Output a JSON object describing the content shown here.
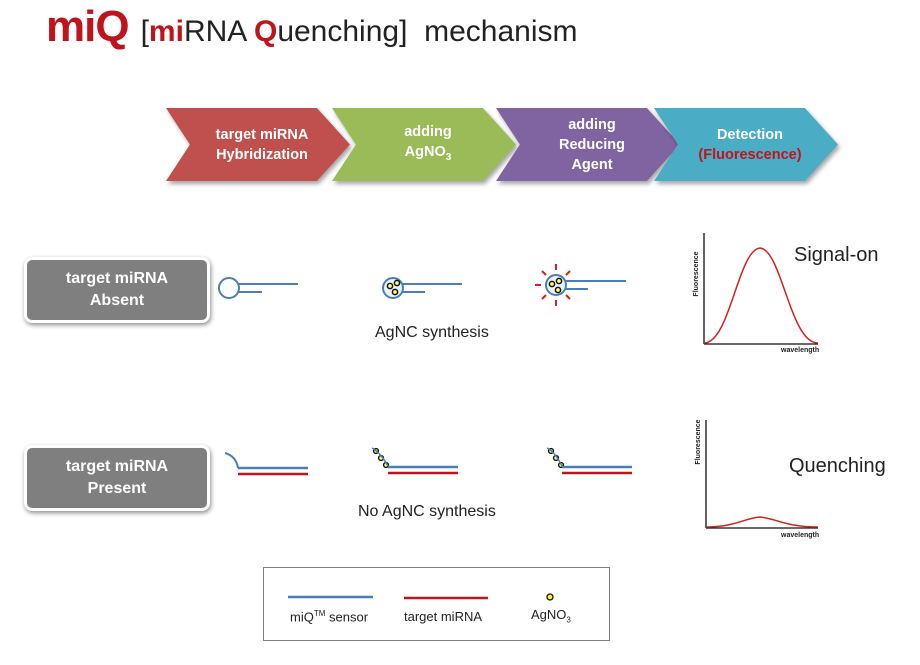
{
  "title": {
    "brand": "miQ",
    "bracket_open": "[",
    "mi": "mi",
    "rna": "RNA ",
    "q": "Q",
    "uenching": "uenching",
    "bracket_close": "]",
    "rest": "mechanism"
  },
  "steps": [
    {
      "line1": "target miRNA",
      "line2": "Hybridization",
      "color": "#c0504d"
    },
    {
      "line1": "adding",
      "line2": "AgNO",
      "sub": "3",
      "color": "#9bbb59"
    },
    {
      "line1": "adding",
      "line2": "Reducing",
      "line3": "Agent",
      "color": "#8064a2"
    },
    {
      "line1": "Detection",
      "line2": "(Fluorescence)",
      "color": "#4bacc6",
      "highlight_color": "#c0141c"
    }
  ],
  "conditions": {
    "absent": {
      "line1": "target miRNA",
      "line2": "Absent"
    },
    "present": {
      "line1": "target miRNA",
      "line2": "Present"
    }
  },
  "captions": {
    "absent_synthesis": "AgNC synthesis",
    "present_synthesis": "No AgNC synthesis"
  },
  "results": {
    "absent": "Signal-on",
    "present": "Quenching"
  },
  "plots": {
    "ylabel": "Fluorescence",
    "xlabel": "wavelength"
  },
  "legend": {
    "sensor_label": "miQ",
    "sensor_sup": "TM",
    "sensor_suffix": " sensor",
    "target_label": "target miRNA",
    "agno_label": "AgNO",
    "agno_sub": "3",
    "sensor_color": "#4a7ebb",
    "target_color": "#c0141c",
    "agno_color": "#ffff00"
  },
  "colors": {
    "title_red": "#c0141c",
    "sensor_blue": "#4a7ebb",
    "target_red": "#c0141c",
    "button_grey": "#7f7f7f"
  }
}
